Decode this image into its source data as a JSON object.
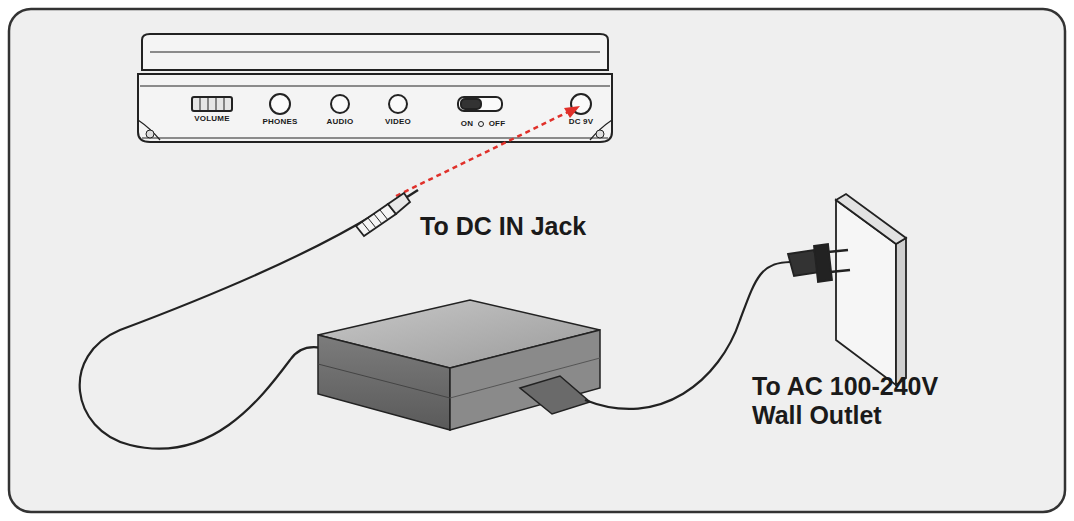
{
  "diagram": {
    "labels": [
      "VOLUME",
      "PHONES",
      "AUDIO",
      "VIDEO",
      "ON",
      "OFF",
      "DC 9V",
      "To DC IN Jack",
      "To AC 100-240V Wall Outlet"
    ]
  }
}
